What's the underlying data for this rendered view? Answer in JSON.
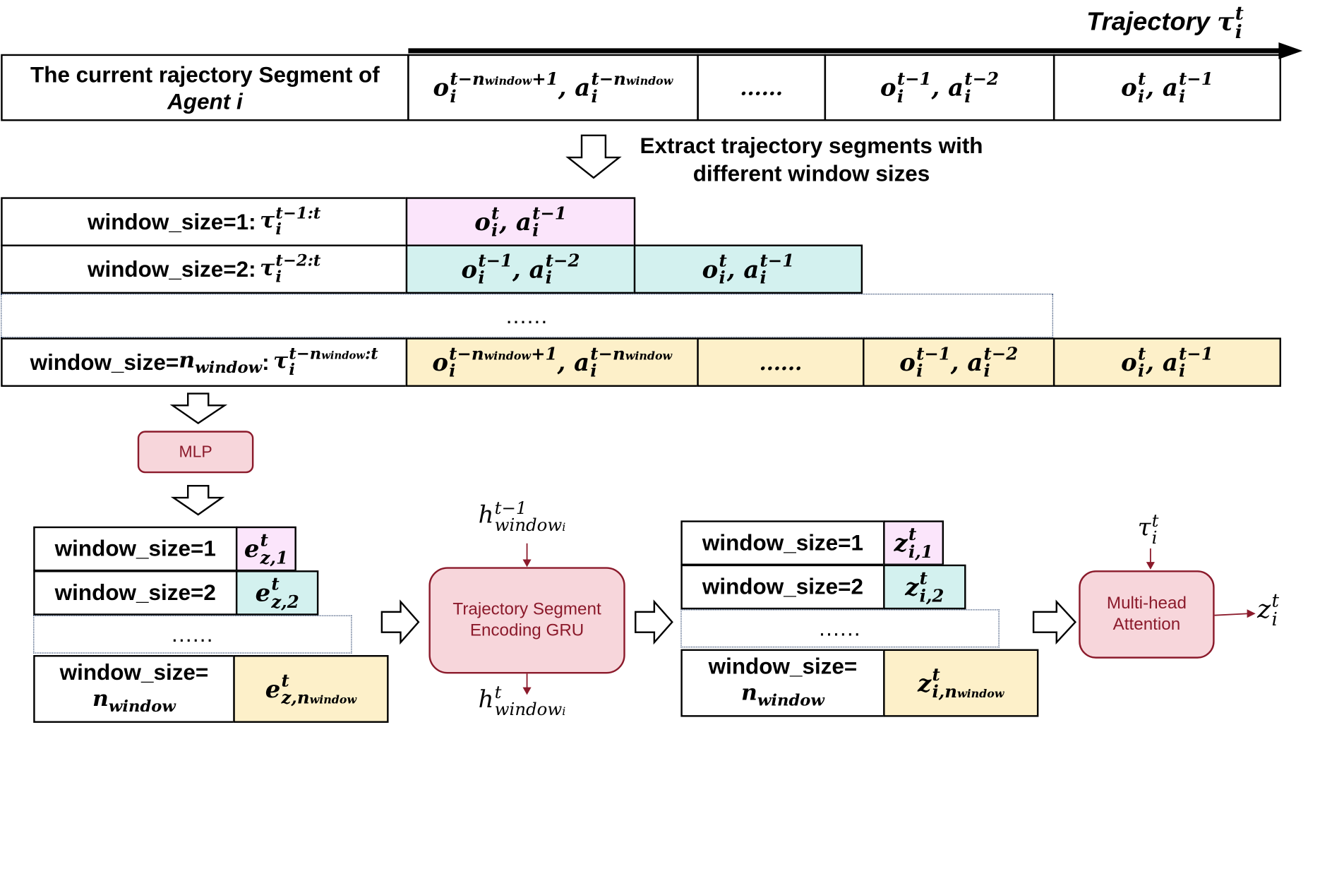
{
  "trajectory_label": "Trajectory",
  "trajectory_symbol": "τ",
  "sym": {
    "i": "i",
    "t": "t",
    "o": "o",
    "a": "a",
    "e": "e",
    "z": "z",
    "h": "h",
    "tau": "τ",
    "comma": ",",
    "tm1": "t−1",
    "tm2": "t−2",
    "tmn1": "t−n",
    "window_sub": "window",
    "plus1": "+1",
    "z1": "z,1",
    "z2": "z,2",
    "zn": "z,n",
    "i1": "i,1",
    "i2": "i,2",
    "in": "i,n",
    "win_i": "window",
    "tm1t": "t−1:t",
    "tm2t": "t−2:t",
    "tmnt_a": "t−n",
    "tmnt_b": "window",
    "tmnt_c": ":t"
  },
  "top_row": {
    "label_line1": "The current rajectory Segment of",
    "label_line2": "Agent i",
    "ellipsis": "......"
  },
  "extract_text_line1": "Extract trajectory segments with",
  "extract_text_line2": "different window sizes",
  "window_rows": {
    "row1_label": "window_size=1:",
    "row2_label": "window_size=2:",
    "rowN_label": "window_size=",
    "rowN_sym": "n",
    "rowN_sub": "window",
    "rowN_colon": ":",
    "middle_ellipsis": "......",
    "rowN_ellipsis": "......"
  },
  "mlp_label": "MLP",
  "emb_rows": {
    "row1_label": "window_size=1",
    "row2_label": "window_size=2",
    "ellipsis": "......",
    "rowN_label_line1": "window_size=",
    "rowN_label_sym": "n",
    "rowN_label_sub": "window"
  },
  "gru_label_line1": "Trajectory Segment",
  "gru_label_line2": "Encoding GRU",
  "h_top": "h",
  "h_bottom": "h",
  "z_rows": {
    "row1_label": "window_size=1",
    "row2_label": "window_size=2",
    "ellipsis": "......",
    "rowN_label_line1": "window_size=",
    "rowN_label_sym": "n",
    "rowN_label_sub": "window"
  },
  "attention_label_line1": "Multi-head",
  "attention_label_line2": "Attention",
  "colors": {
    "pink": "#fbe5fb",
    "cyan": "#d3f1ef",
    "yellow": "#fdf0c9",
    "red_border": "#8b1a2b",
    "red_fill": "#f7d6db"
  }
}
